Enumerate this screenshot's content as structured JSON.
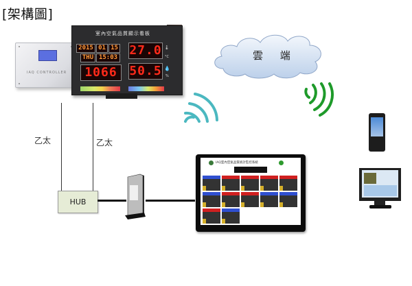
{
  "title": "[架構圖]",
  "board": {
    "title": "室內空氣品質顯示看板",
    "year": "2015",
    "month": "01",
    "day": "15",
    "weekday": "THU",
    "time": "15:03",
    "co2": "1066",
    "temperature": "27.0",
    "humidity": "50.5",
    "temp_unit": "°C",
    "humidity_unit": "%"
  },
  "controller": {
    "label": "IAQ CONTROLLER"
  },
  "cloud": {
    "label": "雲 端"
  },
  "links": {
    "ethernet_left": "乙太",
    "ethernet_right": "乙太"
  },
  "hub": {
    "label": "HUB"
  },
  "monitor": {
    "header": "IAQ室內空氣品質統計監控系統"
  },
  "colors": {
    "wifi_left": "#4bb8c0",
    "wifi_right": "#1e9a2a",
    "hub_fill": "#e6ecd6",
    "cloud_fill": "#dce8f6",
    "led_red": "#ff2a1a"
  }
}
